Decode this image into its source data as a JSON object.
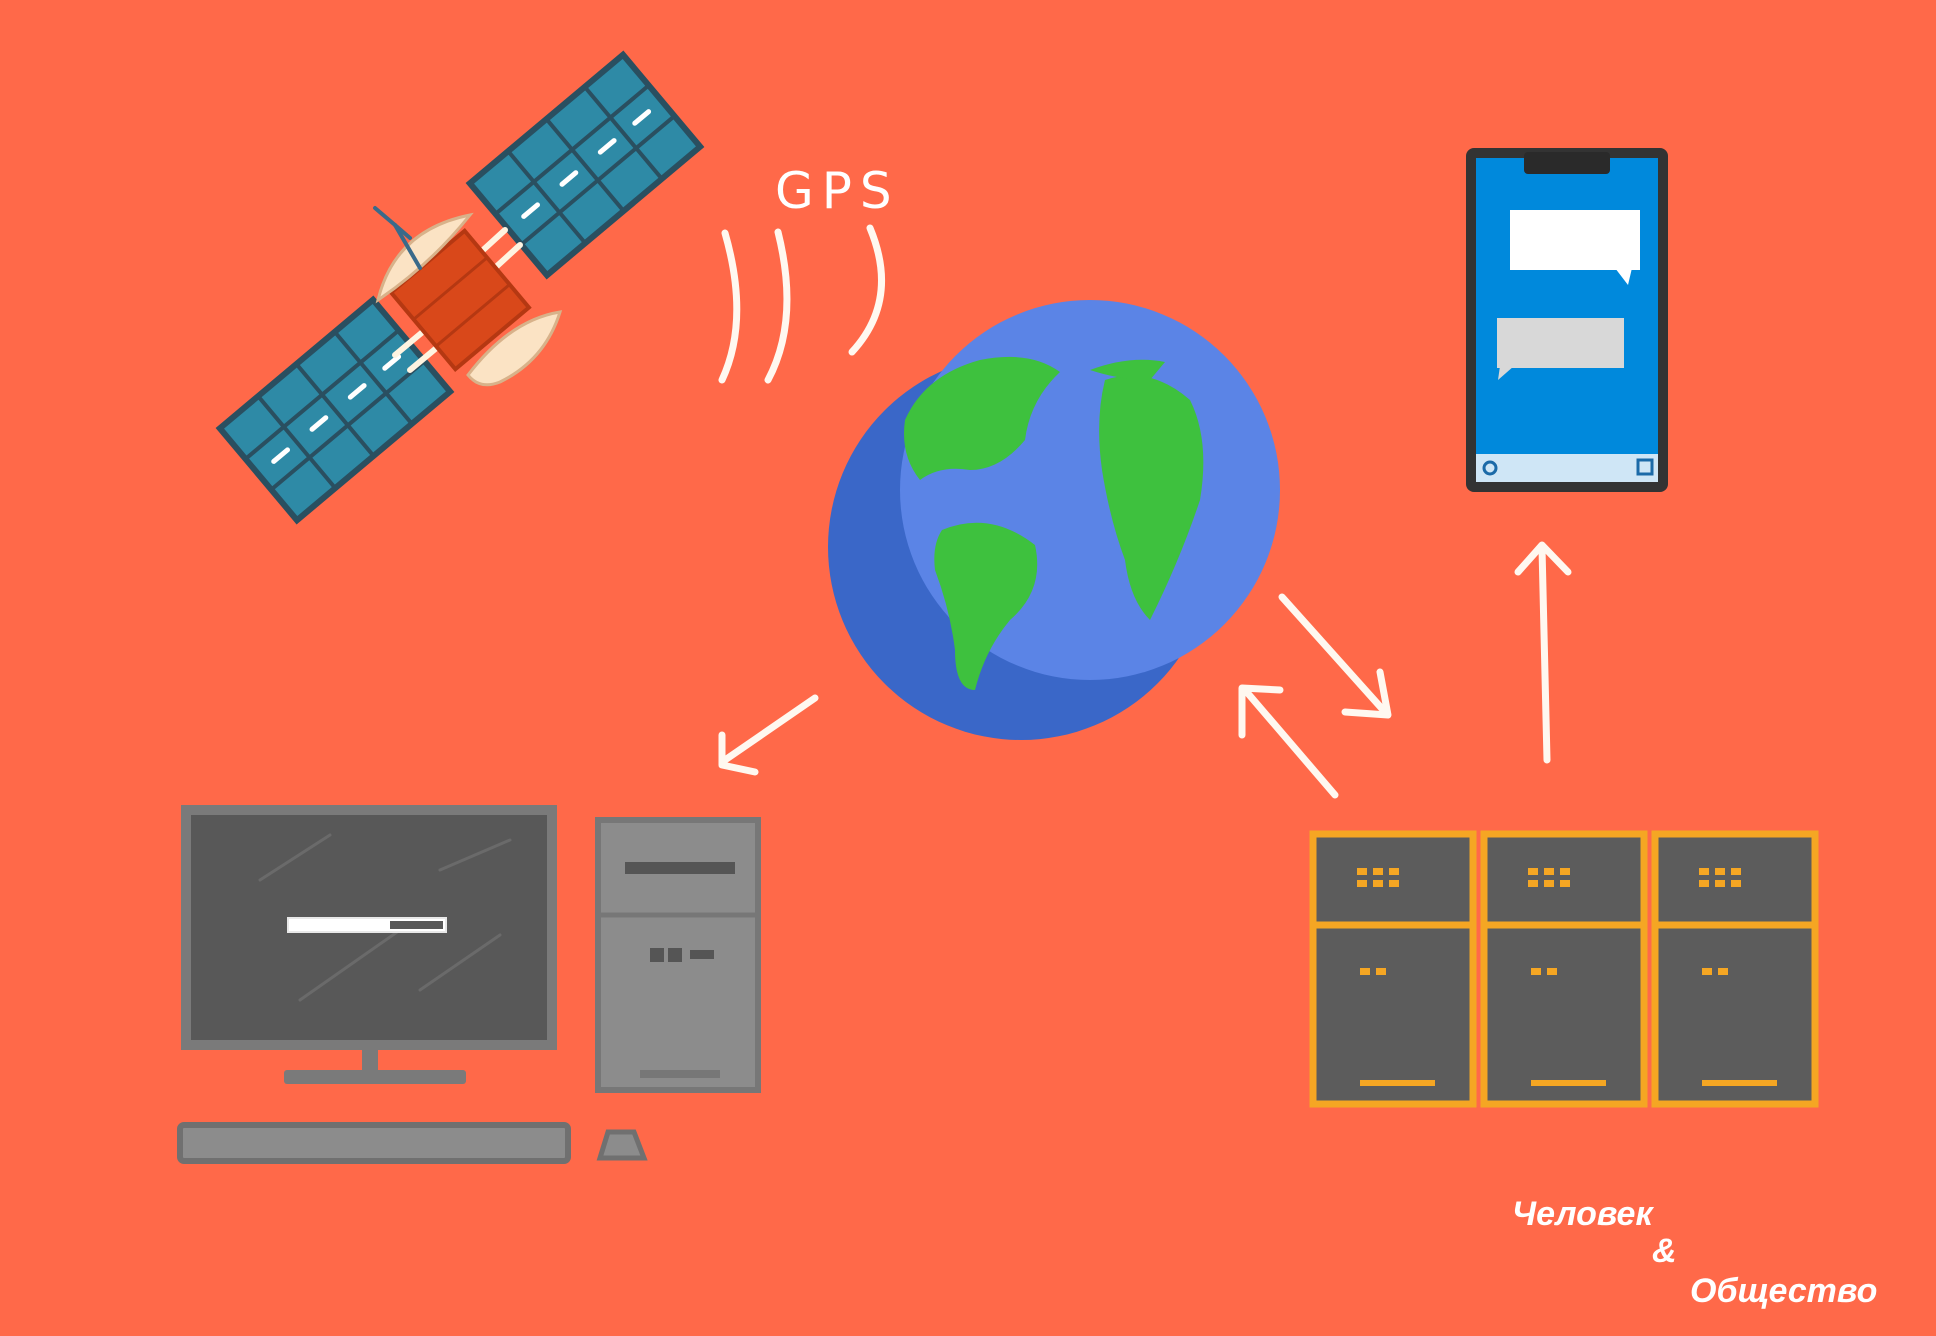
{
  "diagram": {
    "signal_label": "GPS",
    "nodes": {
      "satellite": "satellite-icon",
      "earth": "globe-icon",
      "computer": "desktop-computer-icon",
      "servers": "server-rack-icon",
      "phone": "smartphone-icon"
    },
    "colors": {
      "background": "#ff6949",
      "arrows": "#fff8f0",
      "ocean": "#5b84e6",
      "land": "#3ec13e",
      "server_frame": "#f5a623",
      "phone_screen": "#0089dc"
    }
  },
  "logo": {
    "line1": "Человек",
    "line2": "&",
    "line3": "Общество"
  }
}
